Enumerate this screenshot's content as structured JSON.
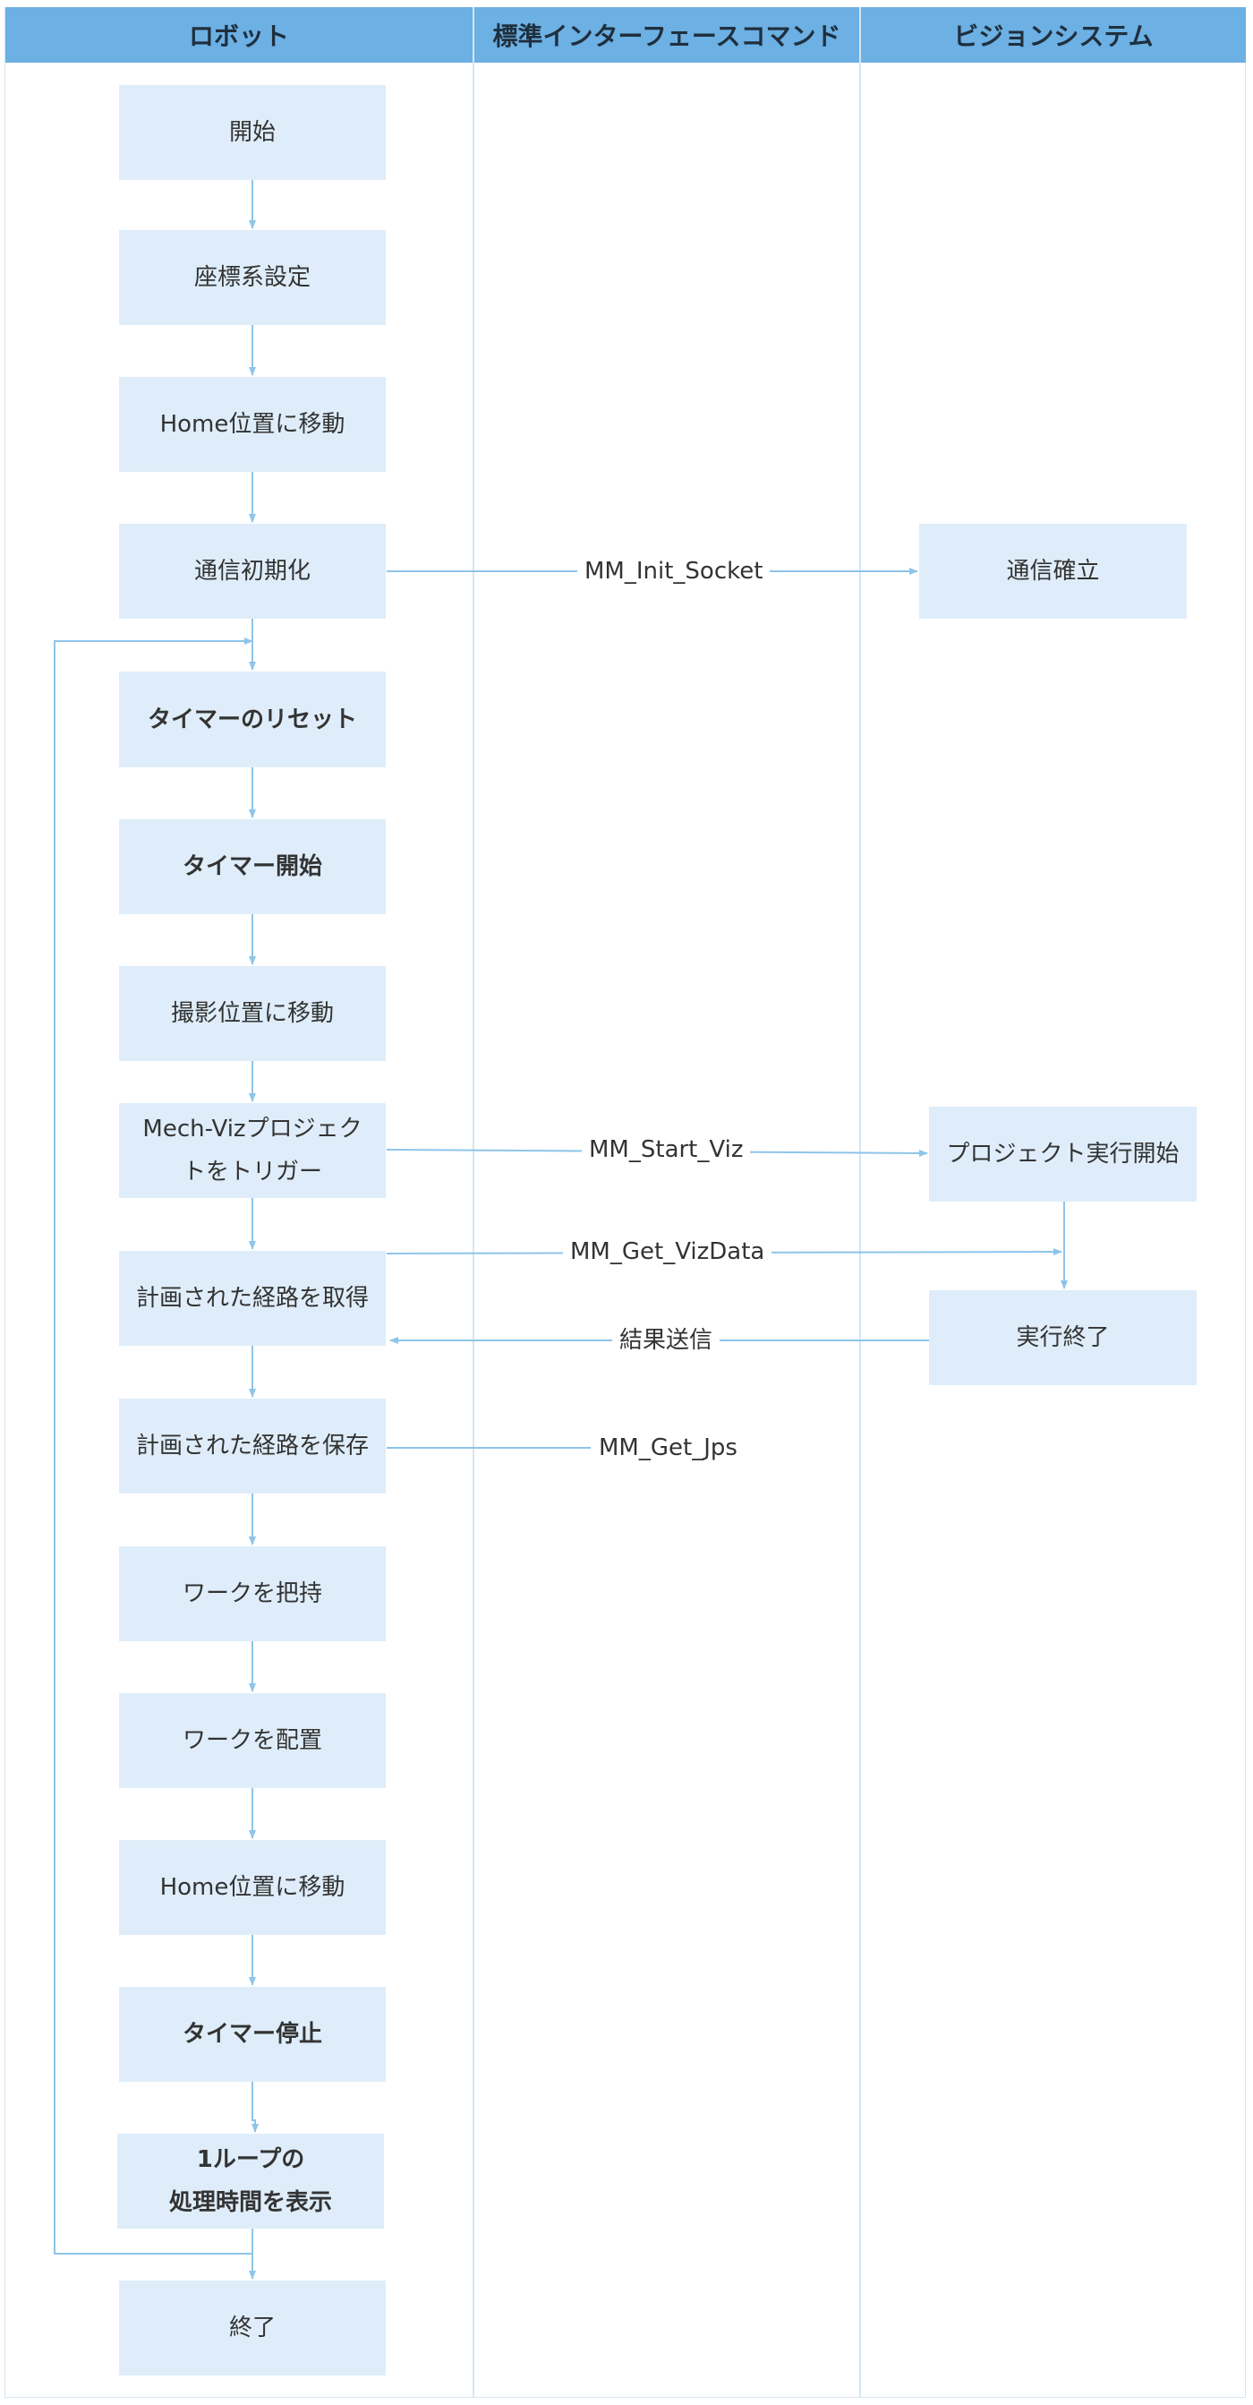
{
  "colors": {
    "header_bg": "#6cb0e4",
    "node_bg": "#deedf9",
    "connector": "#8ec4ea",
    "divider": "#d5e6f4"
  },
  "lanes": {
    "robot": "ロボット",
    "interface": "標準インターフェースコマンド",
    "vision": "ビジョンシステム"
  },
  "robot_steps": {
    "start": "開始",
    "coord": "座標系設定",
    "home1": "Home位置に移動",
    "comm_init": "通信初期化",
    "timer_reset": "タイマーのリセット",
    "timer_start": "タイマー開始",
    "capture_pos": "撮影位置に移動",
    "trigger_line1": "Mech-Vizプロジェク",
    "trigger_line2": "トをトリガー",
    "get_path": "計画された経路を取得",
    "save_path": "計画された経路を保存",
    "pick": "ワークを把持",
    "place": "ワークを配置",
    "home2": "Home位置に移動",
    "timer_stop": "タイマー停止",
    "show_time_line1": "1ループの",
    "show_time_line2": "処理時間を表示",
    "end": "終了"
  },
  "vision_steps": {
    "comm_established": "通信確立",
    "project_start": "プロジェクト実行開始",
    "exec_done": "実行終了"
  },
  "commands": {
    "init_socket": "MM_Init_Socket",
    "start_viz": "MM_Start_Viz",
    "get_vizdata": "MM_Get_VizData",
    "send_result": "結果送信",
    "get_jps": "MM_Get_Jps"
  }
}
